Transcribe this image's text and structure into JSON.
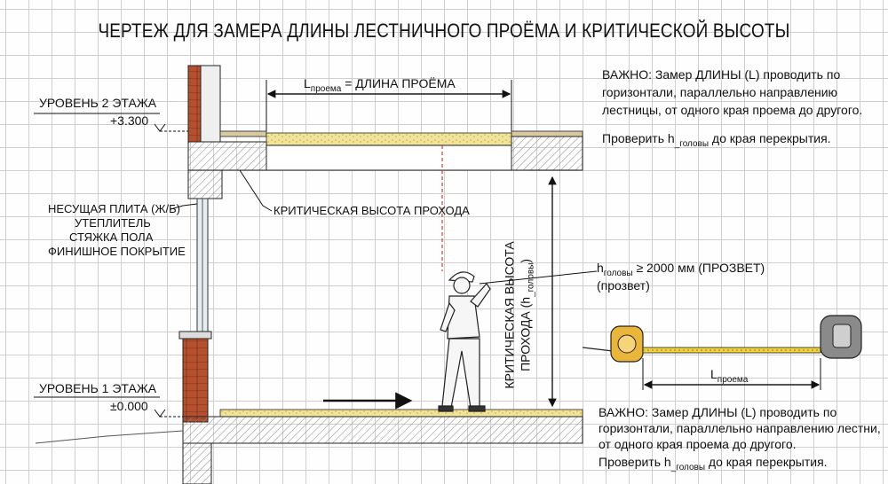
{
  "title": "ЧЕРТЕЖ ДЛЯ ЗАМЕРА ДЛИНЫ ЛЕСТНИЧНОГО ПРОЁМА И КРИТИЧЕСКОЙ ВЫСОТЫ",
  "level2": {
    "name": "УРОВЕНЬ 2 ЭТАЖА",
    "mark": "+3.300"
  },
  "level1": {
    "name": "УРОВЕНЬ 1 ЭТАЖА",
    "mark": "±0.000"
  },
  "layers": [
    "НЕСУЩАЯ ПЛИТА (Ж/Б)",
    "УТЕПЛИТЕЛЬ",
    "СТЯЖКА ПОЛА",
    "ФИНИШНОЕ ПОКРЫТИЕ"
  ],
  "opening": {
    "symbol": "L",
    "sub": "проема",
    "rest": " = ДЛИНА ПРОЁМА"
  },
  "critical_label": "КРИТИЧЕСКАЯ ВЫСОТА ПРОХОДА",
  "vertical": {
    "line1": "КРИТИЧЕСКАЯ ВЫСОТА",
    "line2a": "ПРОХОДА (h",
    "line2sub": "_головы",
    "line2b": ")"
  },
  "head": {
    "h": "h",
    "sub": "головы",
    "rest": " ≥ 2000 мм (ПРОЗВЕТ)",
    "line2": "(прозвет)"
  },
  "tape": {
    "symbol": "L",
    "sub": "проема"
  },
  "note_top": {
    "p1": "ВАЖНО: Замер ДЛИНЫ (L) проводить по горизонтали, параллельно направлению лестницы, от одного края проема до другого.",
    "p2a": "Проверить h",
    "p2sub": "_головы",
    "p2b": " до края перекрытия."
  },
  "note_bottom": {
    "p1": "ВАЖНО: Замер ДЛИНЫ (L) проводить по горизонтали, параллельно направлению лестни, от одного края проема до другого.",
    "p2a": "Проверить h",
    "p2sub": "_головы",
    "p2b": " до края перекрытия."
  },
  "colors": {
    "brick": "#b5502f",
    "concrete": "#c9c9c9",
    "insulation": "#f2e39a",
    "tape": "#e9b53b",
    "measure": "#d23c2c"
  }
}
